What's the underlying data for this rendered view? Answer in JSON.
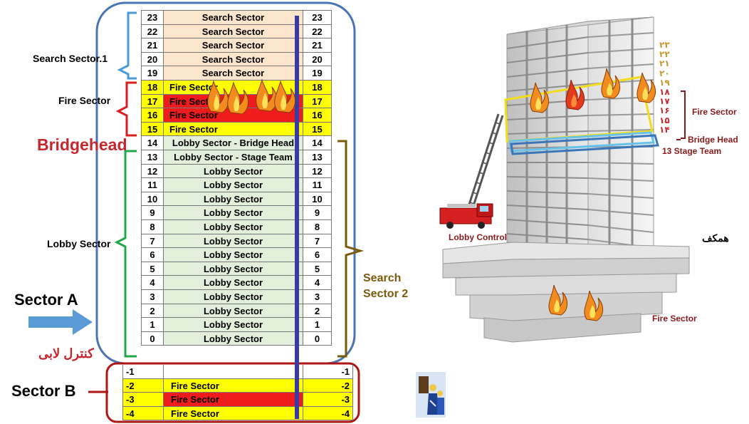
{
  "left": {
    "floors_upper": [
      {
        "n": "23",
        "label": "Search  Sector",
        "n2": "23",
        "fill": "#fbe5cd"
      },
      {
        "n": "22",
        "label": "Search  Sector",
        "n2": "22",
        "fill": "#fbe5cd"
      },
      {
        "n": "21",
        "label": "Search  Sector",
        "n2": "21",
        "fill": "#fbe5cd"
      },
      {
        "n": "20",
        "label": "Search  Sector",
        "n2": "20",
        "fill": "#fbe5cd"
      },
      {
        "n": "19",
        "label": "Search  Sector",
        "n2": "19",
        "fill": "#fbe5cd"
      },
      {
        "n": "18",
        "label": "Fire Sector",
        "n2": "18",
        "fill": "#ffff00"
      },
      {
        "n": "17",
        "label": "Fire Sector",
        "n2": "17",
        "fill": "#ee1c1c"
      },
      {
        "n": "16",
        "label": "Fire Sector",
        "n2": "16",
        "fill": "#ee1c1c"
      },
      {
        "n": "15",
        "label": "Fire Sector",
        "n2": "15",
        "fill": "#ffff00"
      },
      {
        "n": "14",
        "label": "Lobby Sector -  Bridge Head",
        "n2": "14",
        "fill": "#e2efda"
      },
      {
        "n": "13",
        "label": "Lobby Sector -   Stage Team",
        "n2": "13",
        "fill": "#e2efda"
      },
      {
        "n": "12",
        "label": "Lobby Sector",
        "n2": "12",
        "fill": "#e2efda"
      },
      {
        "n": "11",
        "label": "Lobby Sector",
        "n2": "11",
        "fill": "#e2efda"
      },
      {
        "n": "10",
        "label": "Lobby Sector",
        "n2": "10",
        "fill": "#e2efda"
      },
      {
        "n": "9",
        "label": "Lobby Sector",
        "n2": "9",
        "fill": "#e2efda"
      },
      {
        "n": "8",
        "label": "Lobby Sector",
        "n2": "8",
        "fill": "#e2efda"
      },
      {
        "n": "7",
        "label": "Lobby Sector",
        "n2": "7",
        "fill": "#e2efda"
      },
      {
        "n": "6",
        "label": "Lobby Sector",
        "n2": "6",
        "fill": "#e2efda"
      },
      {
        "n": "5",
        "label": "Lobby Sector",
        "n2": "5",
        "fill": "#e2efda"
      },
      {
        "n": "4",
        "label": "Lobby Sector",
        "n2": "4",
        "fill": "#e2efda"
      },
      {
        "n": "3",
        "label": "Lobby Sector",
        "n2": "3",
        "fill": "#e2efda"
      },
      {
        "n": "2",
        "label": "Lobby Sector",
        "n2": "2",
        "fill": "#e2efda"
      },
      {
        "n": "1",
        "label": "Lobby Sector",
        "n2": "1",
        "fill": "#e2efda"
      },
      {
        "n": "0",
        "label": "Lobby Sector",
        "n2": "0",
        "fill": "#e2efda"
      }
    ],
    "floors_basement": [
      {
        "n": "-1",
        "label": "",
        "n2": "-1",
        "fill": "#ffffff"
      },
      {
        "n": "-2",
        "label": "Fire Sector",
        "n2": "-2",
        "fill": "#ffff00"
      },
      {
        "n": "-3",
        "label": "Fire Sector",
        "n2": "-3",
        "fill": "#ee1c1c"
      },
      {
        "n": "-4",
        "label": "Fire Sector",
        "n2": "-4",
        "fill": "#ffff00"
      }
    ],
    "labels": {
      "search_sector_1": "Search Sector.1",
      "fire_sector": "Fire Sector",
      "bridgehead": "Bridgehead",
      "lobby_sector": "Lobby Sector",
      "sector_a": "Sector A",
      "lobby_control_fa": "کنترل لابی",
      "sector_b": "Sector B",
      "search_sector_2_line1": "Search",
      "search_sector_2_line2": "Sector 2"
    }
  },
  "right": {
    "floor_numbers_fa": [
      "۲۳",
      "۲۲",
      "۲۱",
      "۲۰",
      "۱۹",
      "۱۸",
      "۱۷",
      "۱۶",
      "۱۵",
      "۱۴"
    ],
    "labels": {
      "fire_sector_upper": "Fire Sector",
      "bridge_head": "Bridge Head",
      "stage_team": "13 Stage Team",
      "lobby_control": "Lobby Control",
      "hamkaf": "همکف",
      "fire_sector_lower": "Fire Sector"
    }
  },
  "colors": {
    "search_fill": "#fbe5cd",
    "fire_yellow": "#ffff00",
    "fire_red": "#ee1c1c",
    "lobby_fill": "#e2efda",
    "outline_blue": "#4a74b4",
    "sector_b_red": "#b01515",
    "bracket_green": "#1fa84a",
    "bracket_brown": "#7a5b0c",
    "bracket_blue": "#4a9ad8",
    "bracket_red": "#d81e1e",
    "bridgehead_red": "#c6262e",
    "arrow_blue": "#5b9bd5",
    "stair_line": "#3a3aa0",
    "dark_red_text": "#8b1a1a"
  }
}
